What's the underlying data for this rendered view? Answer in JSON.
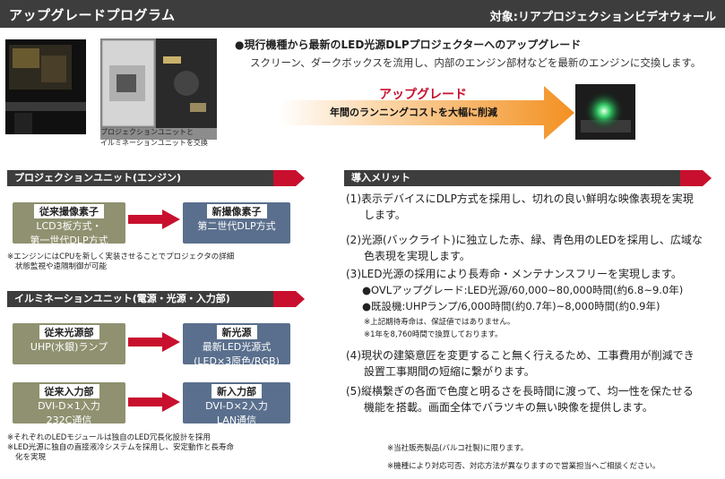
{
  "header": {
    "title": "アップグレードプログラム",
    "target": "対象:リアプロジェクションビデオウォール"
  },
  "photos": {
    "caption_lines": [
      "プロジェクションユニットと",
      "イルミネーションユニットを交換"
    ]
  },
  "intro": {
    "headline": "●現行機種から最新のLED光源DLPプロジェクターへのアップグレード",
    "body": "スクリーン、ダークボックスを流用し、内部のエンジン部材などを最新のエンジンに交換します。",
    "arrow_title": "アップグレード",
    "arrow_sub": "年間のランニングコストを大幅に削減"
  },
  "projection": {
    "section_title": "プロジェクションユニット(エンジン)",
    "old_label": "従来撮像素子",
    "old_lines": [
      "LCD3板方式・",
      "第一世代DLP方式"
    ],
    "new_label": "新撮像素子",
    "new_lines": [
      "第二世代DLP方式"
    ],
    "note_lines": [
      "※エンジンにはCPUを新しく実装させることでプロジェクタの詳細",
      "状態監視や遠隔制御が可能"
    ]
  },
  "illumination": {
    "section_title": "イルミネーションユニット(電源・光源・入力部)",
    "rows": [
      {
        "old_label": "従来光源部",
        "old_lines": [
          "UHP(水銀)ランプ"
        ],
        "new_label": "新光源",
        "new_lines": [
          "最新LED光源式",
          "(LED×3原色/RGB)"
        ]
      },
      {
        "old_label": "従来入力部",
        "old_lines": [
          "DVI-D×1入力",
          "232C通信"
        ],
        "new_label": "新入力部",
        "new_lines": [
          "DVI-D×2入力",
          "LAN通信"
        ]
      }
    ],
    "note_lines": [
      "※それぞれのLEDモジュールは独自のLED冗長化設計を採用",
      "※LED光源に独自の直接液冷システムを採用し、安定動作と長寿命",
      "化を実現"
    ]
  },
  "merits": {
    "section_title": "導入メリット",
    "items": [
      [
        "(1)表示デバイスにDLP方式を採用し、切れの良い鮮明な映像表現を実現",
        "します。"
      ],
      [
        "(2)光源(バックライト)に独立した赤、緑、青色用のLEDを採用し、広域な",
        "色表現を実現します。"
      ],
      [
        "(3)LED光源の採用により長寿命・メンテナンスフリーを実現します。"
      ],
      [
        "(4)現状の建築意匠を変更すること無く行えるため、工事費用が削減でき",
        "設置工事期間の短縮に繋がります。"
      ],
      [
        "(5)縦横繋ぎの各面で色度と明るさを長時間に渡って、均一性を保たせる",
        "機能を搭載。画面全体でバラツキの無い映像を提供します。"
      ]
    ],
    "sub_items": [
      "●OVLアップグレード:LED光源/60,000~80,000時間(約6.8~9.0年)",
      "●既設機:UHPランプ/6,000時間(約0.7年)~8,000時間(約0.9年)"
    ],
    "sub_notes": [
      "※上記期待寿命は、保証値ではありません。",
      "※1年を8,760時間で換算しております。"
    ],
    "footnotes": [
      "※当社販売製品(バルコ社製)に限ります。",
      "※機種により対応可否、対応方法が異なりますので営業担当へご相談ください。"
    ]
  }
}
